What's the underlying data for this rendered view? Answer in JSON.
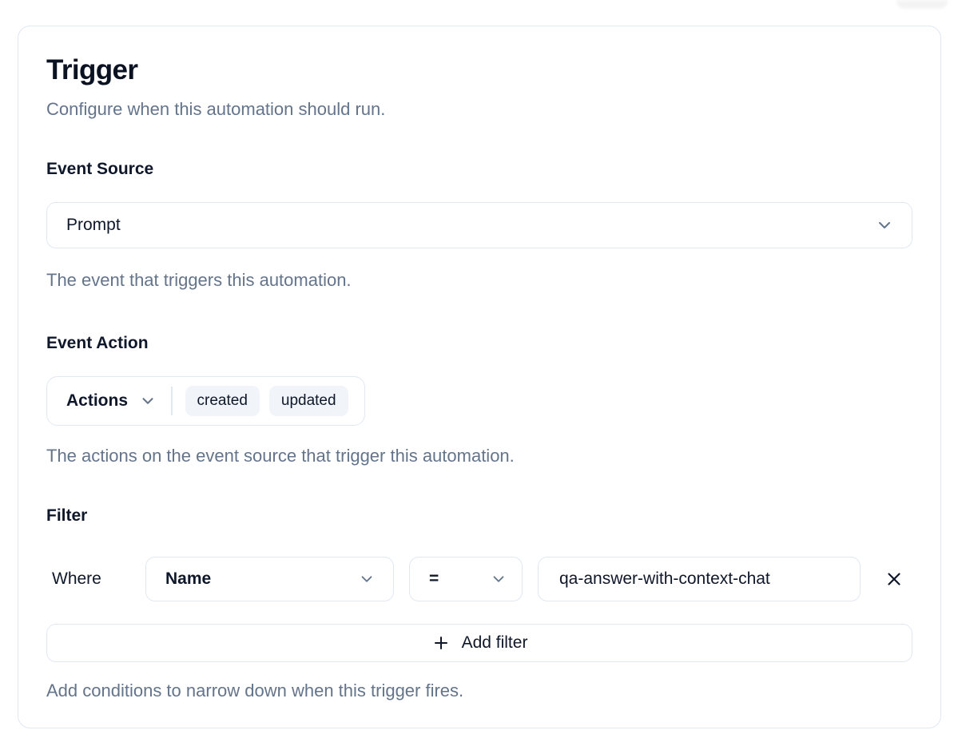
{
  "card": {
    "title": "Trigger",
    "subtitle": "Configure when this automation should run."
  },
  "event_source": {
    "label": "Event Source",
    "value": "Prompt",
    "helper": "The event that triggers this automation."
  },
  "event_action": {
    "label": "Event Action",
    "dropdown_label": "Actions",
    "chips": [
      "created",
      "updated"
    ],
    "helper": "The actions on the event source that trigger this automation."
  },
  "filter": {
    "label": "Filter",
    "where_label": "Where",
    "field_value": "Name",
    "operator_value": "=",
    "value_input": "qa-answer-with-context-chat",
    "add_filter_label": "Add filter",
    "helper": "Add conditions to narrow down when this trigger fires."
  },
  "colors": {
    "text": "#0f172a",
    "muted_text": "#64748b",
    "border": "#e2e8f0",
    "chip_background": "#f1f5f9"
  }
}
